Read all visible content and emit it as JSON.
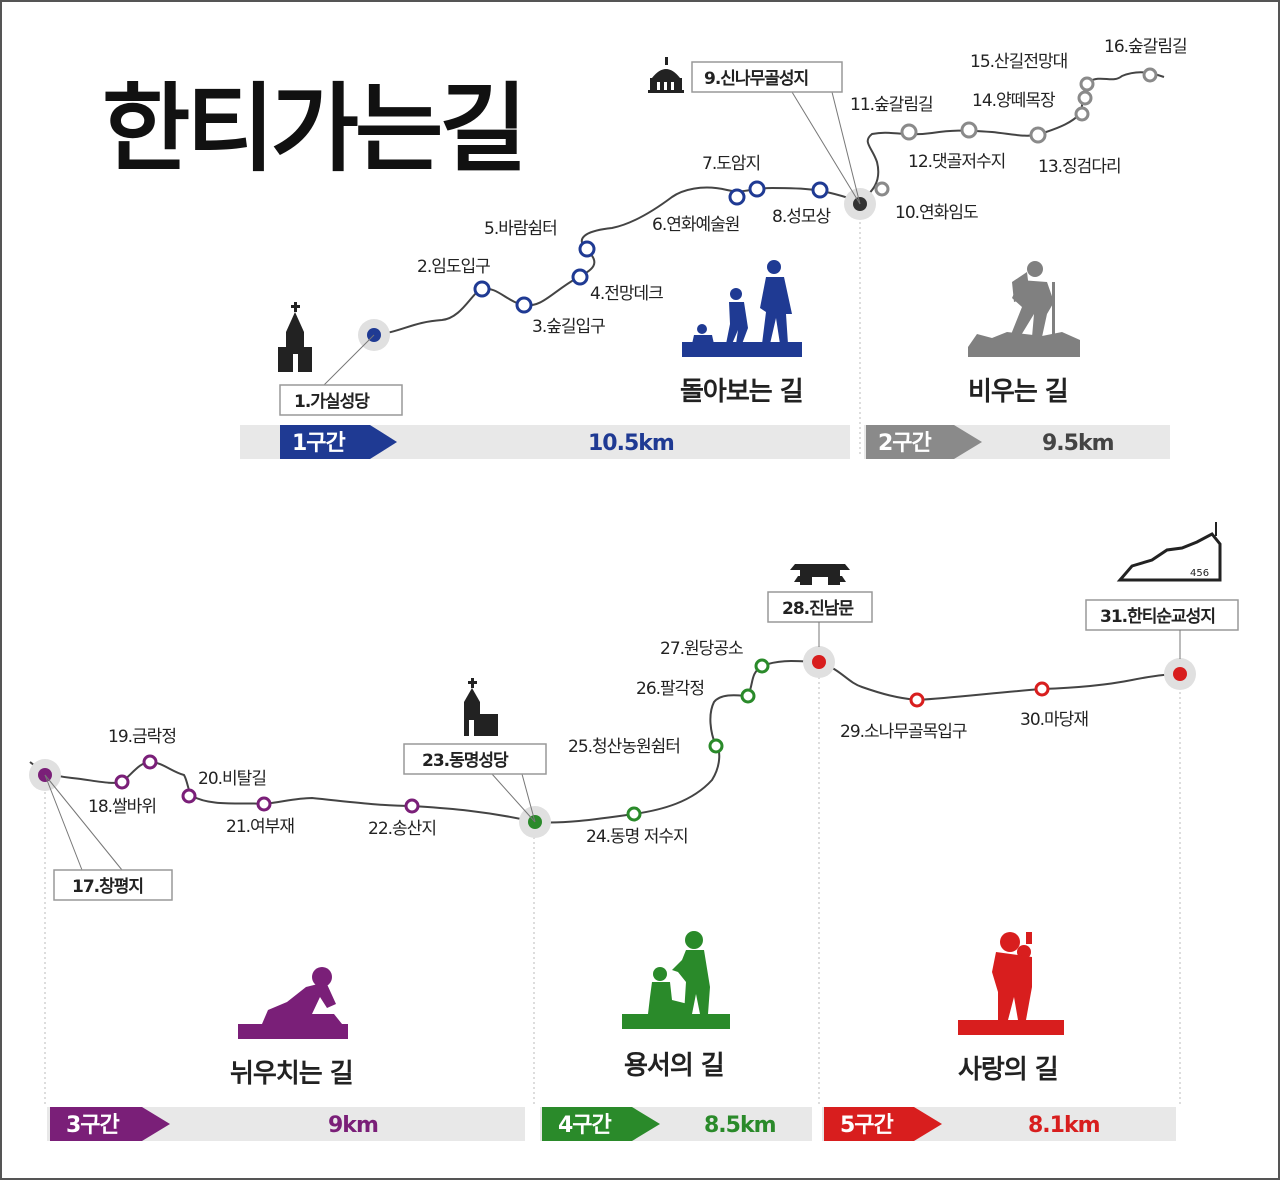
{
  "title": "한티가는길",
  "colors": {
    "section1": "#1f3a93",
    "section2": "#8a8a8a",
    "section3": "#7a1f78",
    "section4": "#2a8a2a",
    "section5": "#d81e1e",
    "bar_bg": "#e8e8e8",
    "trail": "#444444"
  },
  "sections": [
    {
      "label": "1구간",
      "distance": "10.5km",
      "theme": "돌아보는 길",
      "color": "#1f3a93"
    },
    {
      "label": "2구간",
      "distance": "9.5km",
      "theme": "비우는 길",
      "color": "#8a8a8a"
    },
    {
      "label": "3구간",
      "distance": "9km",
      "theme": "뉘우치는 길",
      "color": "#7a1f78"
    },
    {
      "label": "4구간",
      "distance": "8.5km",
      "theme": "용서의 길",
      "color": "#2a8a2a"
    },
    {
      "label": "5구간",
      "distance": "8.1km",
      "theme": "사랑의 길",
      "color": "#d81e1e"
    }
  ],
  "stops": [
    "1.가실성당",
    "2.임도입구",
    "3.숲길입구",
    "4.전망데크",
    "5.바람쉼터",
    "6.연화예술원",
    "7.도암지",
    "8.성모상",
    "9.신나무골성지",
    "10.연화임도",
    "11.숲갈림길",
    "12.댓골저수지",
    "13.징검다리",
    "14.양떼목장",
    "15.산길전망대",
    "16.숲갈림길",
    "17.창평지",
    "18.쌀바위",
    "19.금락정",
    "20.비탈길",
    "21.여부재",
    "22.송산지",
    "23.동명성당",
    "24.동명 저수지",
    "25.청산농원쉼터",
    "26.팔각정",
    "27.원당공소",
    "28.진남문",
    "29.소나무골목입구",
    "30.마당재",
    "31.한티순교성지"
  ],
  "icons": {
    "church": "church-icon",
    "chapel": "chapel-icon",
    "gate": "gate-icon",
    "mountain": "mountain-icon",
    "family": "family-walking-icon",
    "hiker": "hiker-icon",
    "praying": "kneeling-person-icon",
    "helping": "helping-hand-icon",
    "embrace": "embracing-couple-icon"
  },
  "mountain_label": "456"
}
